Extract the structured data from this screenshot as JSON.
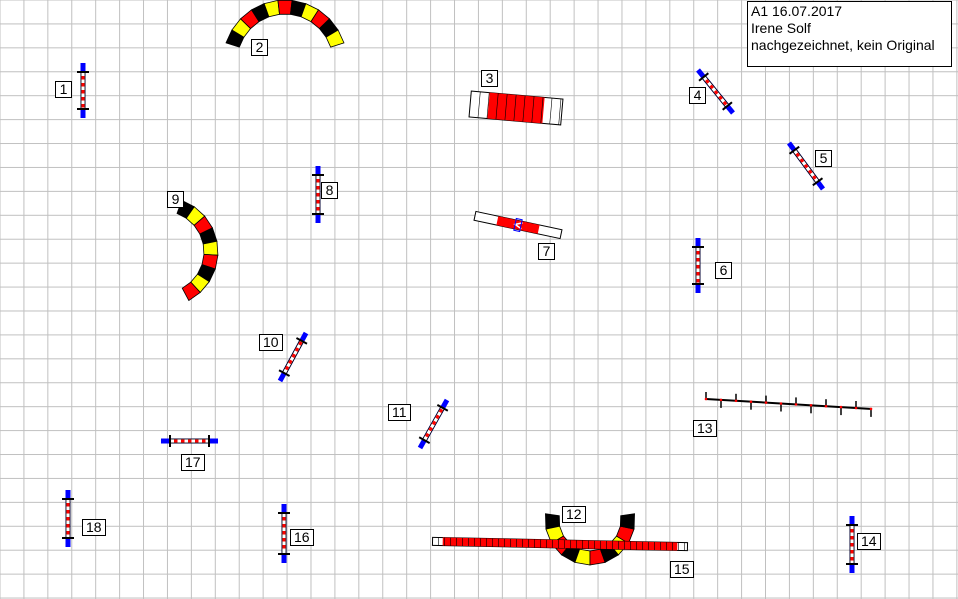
{
  "info": {
    "line1": "A1 16.07.2017",
    "line2": "Irene Solf",
    "line3": "nachgezeichnet, kein Original"
  },
  "numbers": [
    "1",
    "2",
    "3",
    "4",
    "5",
    "6",
    "7",
    "8",
    "9",
    "10",
    "11",
    "12",
    "13",
    "14",
    "15",
    "16",
    "17",
    "18"
  ],
  "colors": {
    "grid": "#c0c0c0",
    "red": "#ff0000",
    "yellow": "#ffff00",
    "black": "#000000",
    "blue": "#0000ff"
  }
}
